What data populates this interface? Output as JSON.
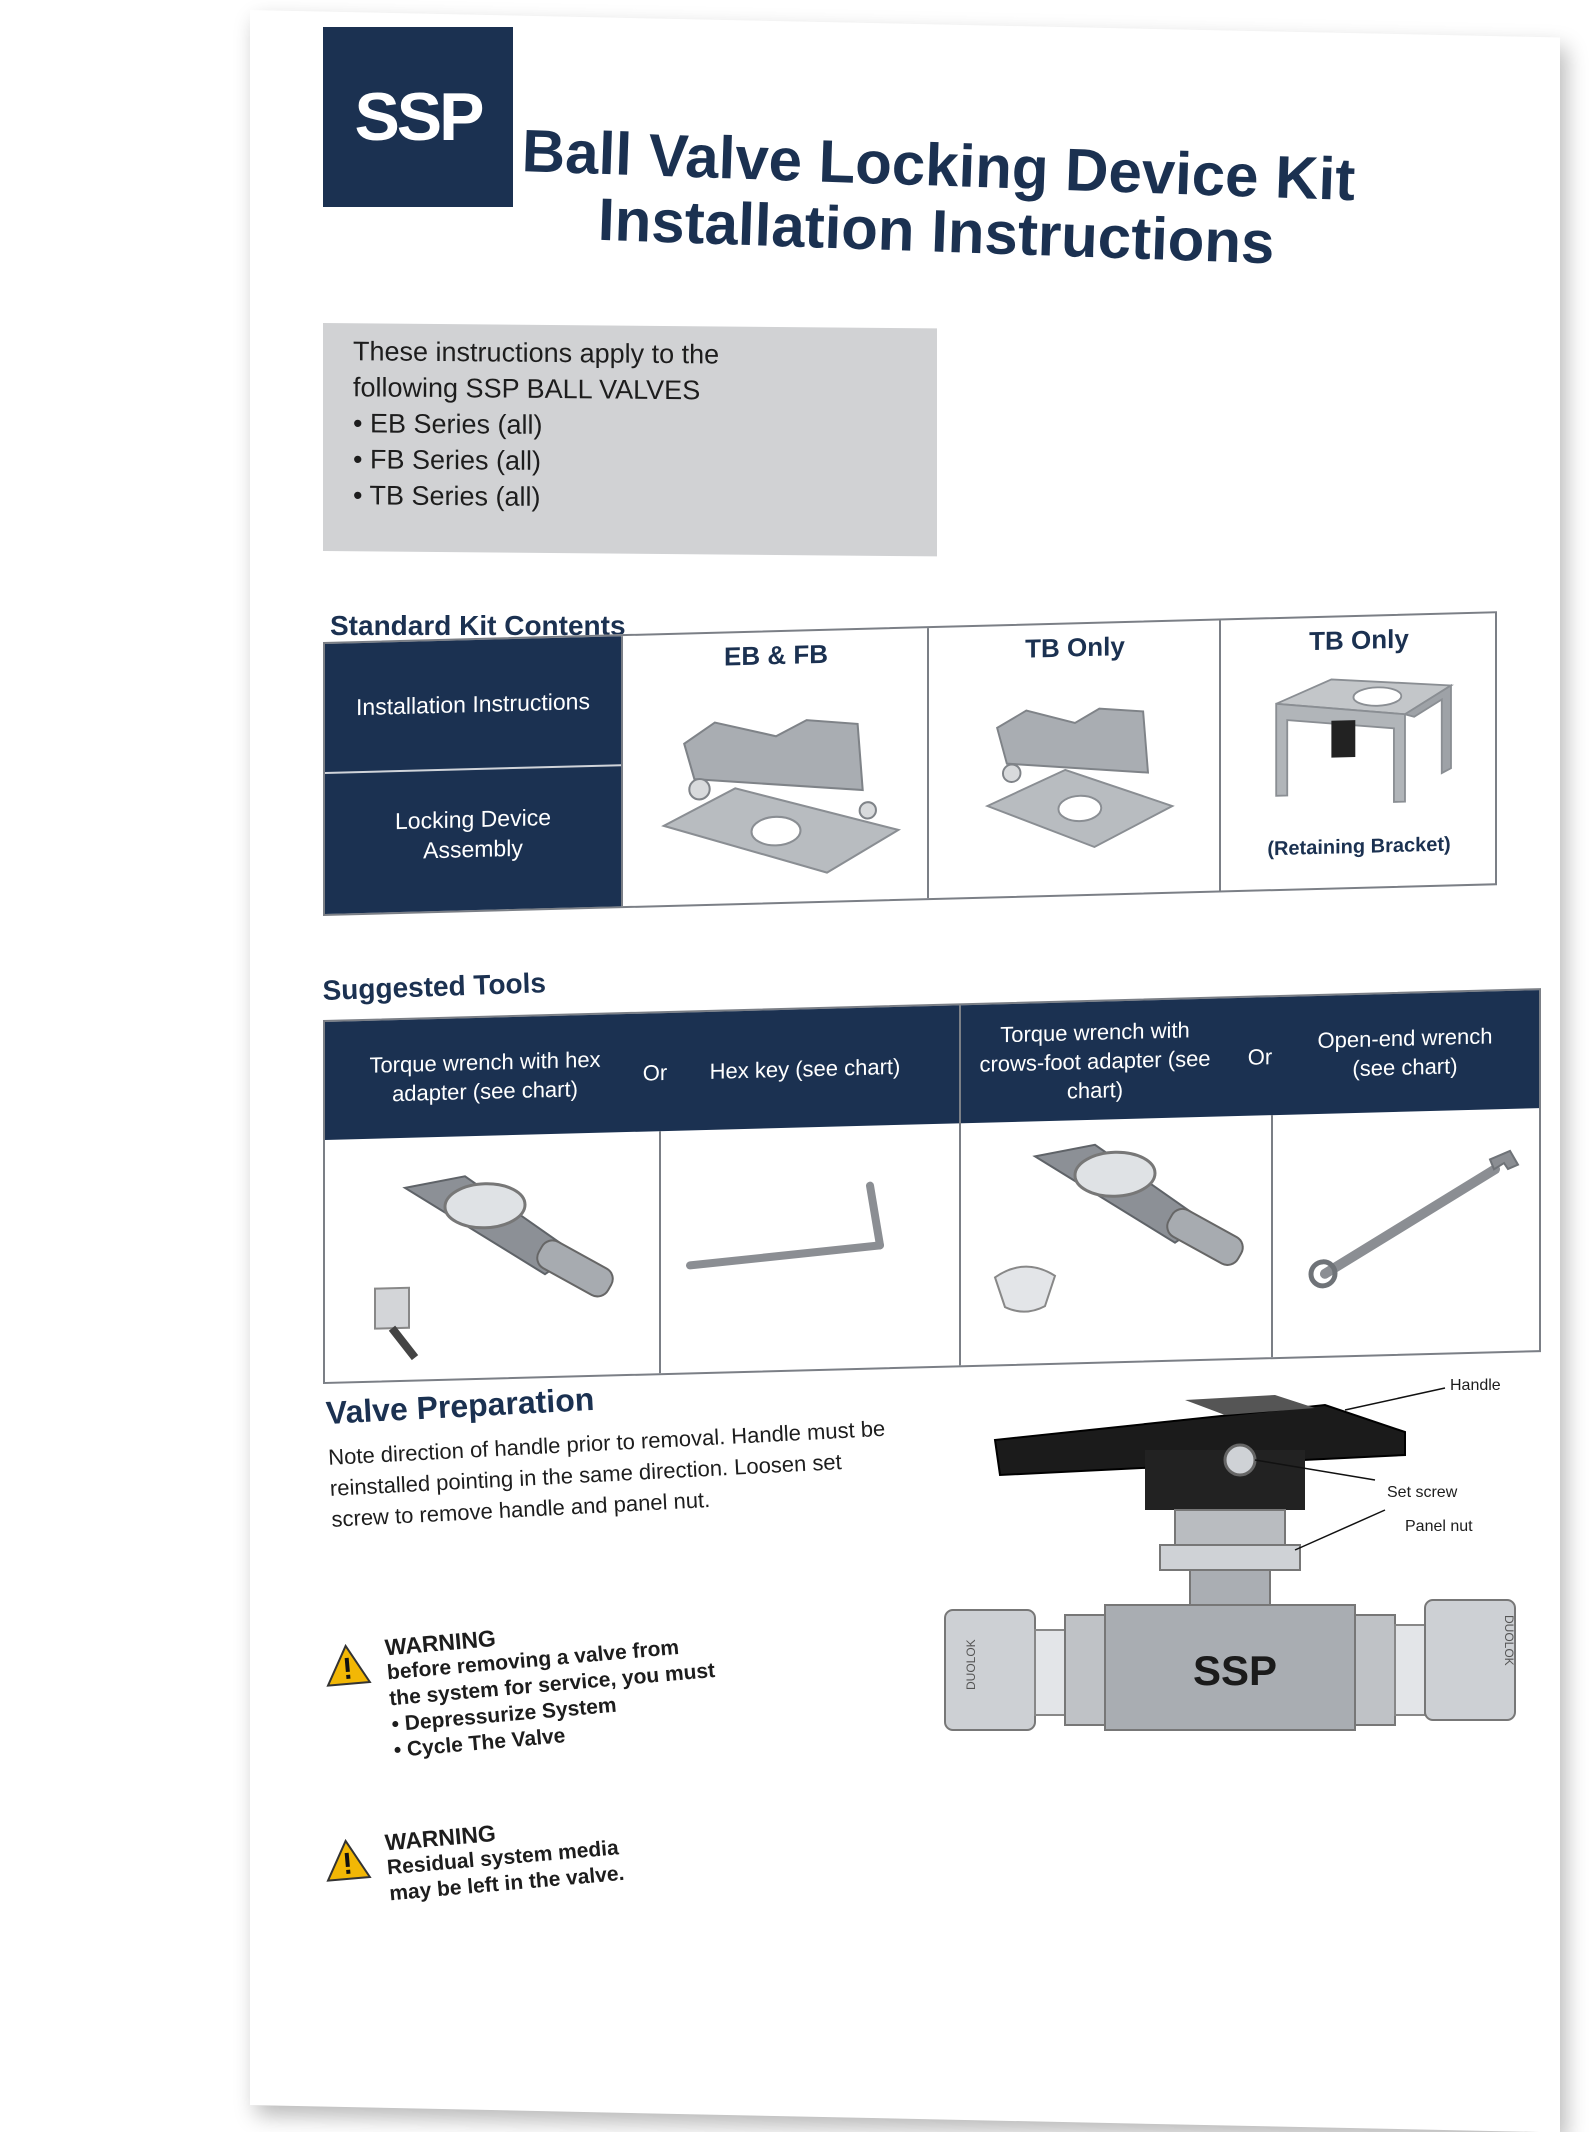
{
  "header": {
    "logo_text": "SSP",
    "title_line1": "Ball Valve Locking Device Kit",
    "title_line2": "Installation Instructions"
  },
  "applies": {
    "line1": "These instructions apply to the",
    "line2": "following SSP BALL VALVES",
    "items": [
      "• EB Series (all)",
      "• FB Series (all)",
      "• TB Series (all)"
    ]
  },
  "kit": {
    "heading": "Standard Kit Contents",
    "left_rows": [
      "Installation Instructions",
      "Locking Device Assembly"
    ],
    "columns": [
      {
        "title": "EB & FB",
        "subtitle": ""
      },
      {
        "title": "TB Only",
        "subtitle": ""
      },
      {
        "title": "TB Only",
        "subtitle": "(Retaining Bracket)"
      }
    ]
  },
  "tools": {
    "heading": "Suggested Tools",
    "headers": [
      "Torque wrench with hex adapter (see chart)",
      "Or",
      "Hex key (see chart)",
      "Torque wrench with crows-foot adapter (see chart)",
      "Or",
      "Open-end wrench (see chart)"
    ]
  },
  "valve_prep": {
    "title": "Valve Preparation",
    "body": "Note direction of handle prior to removal. Handle must be reinstalled pointing in the same direction. Loosen set screw to remove handle and panel nut.",
    "warnings": [
      {
        "title": "WARNING",
        "lines": [
          "before removing a valve from",
          "the system for service, you must",
          "• Depressurize System",
          "• Cycle The Valve"
        ]
      },
      {
        "title": "WARNING",
        "lines": [
          "Residual system media",
          "may be left in the valve."
        ]
      }
    ],
    "callouts": {
      "handle": "Handle",
      "set_screw": "Set screw",
      "panel_nut": "Panel nut",
      "body_logo": "SSP",
      "fitting_brand": "DUOLOK"
    }
  },
  "colors": {
    "navy": "#1b3151",
    "gray_box": "#d1d2d4",
    "warning_yellow": "#f2b705"
  }
}
